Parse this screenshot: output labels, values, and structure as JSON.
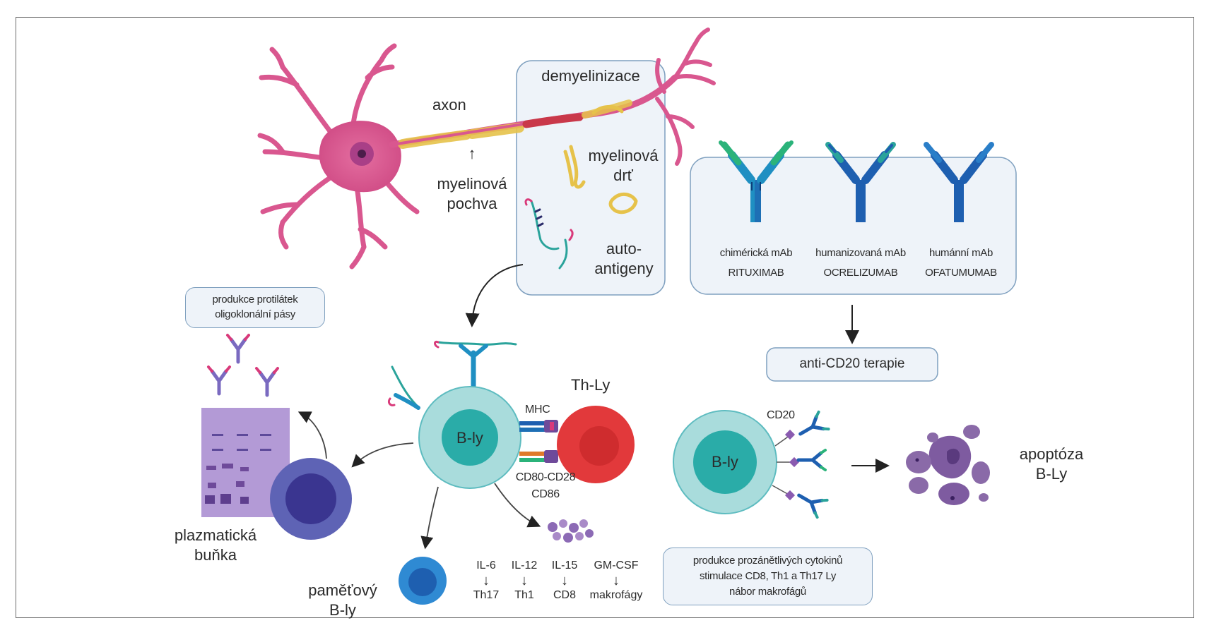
{
  "neuron": {
    "axon_label": "axon",
    "myelin_label_line1": "myelinová",
    "myelin_label_line2": "pochva",
    "arrow_up": "↑"
  },
  "demyelination_box": {
    "title": "demyelinizace",
    "debris_line1": "myelinová",
    "debris_line2": "drť",
    "autoantigen_line1": "auto-",
    "autoantigen_line2": "antigeny"
  },
  "antibodies": {
    "items": [
      {
        "type": "chimérická mAb",
        "drug": "RITUXIMAB"
      },
      {
        "type": "humanizovaná mAb",
        "drug": "OCRELIZUMAB"
      },
      {
        "type": "humánní mAb",
        "drug": "OFATUMUMAB"
      }
    ],
    "therapy_label": "anti-CD20 terapie"
  },
  "antibody_production_box": {
    "line1": "produkce protilátek",
    "line2": "oligoklonální pásy"
  },
  "cells": {
    "b_cell": "B-ly",
    "th_cell": "Th-Ly",
    "mhc": "MHC",
    "costim_line1": "CD80-CD28",
    "costim_line2": "CD86",
    "plasma_line1": "plazmatická",
    "plasma_line2": "buňka",
    "memory_line1": "paměťový",
    "memory_line2": "B-ly",
    "target_b_cell": "B-ly",
    "cd20": "CD20",
    "apoptosis_line1": "apoptóza",
    "apoptosis_line2": "B-Ly"
  },
  "cytokines": [
    {
      "name": "IL-6",
      "arrow": "↓",
      "target": "Th17"
    },
    {
      "name": "IL-12",
      "arrow": "↓",
      "target": "Th1"
    },
    {
      "name": "IL-15",
      "arrow": "↓",
      "target": "CD8"
    },
    {
      "name": "GM-CSF",
      "arrow": "↓",
      "target": "makrofágy"
    }
  ],
  "inflammation_box": {
    "line1": "produkce prozánětlivých cytokinů",
    "line2": "stimulace CD8, Th1 a Th17 Ly",
    "line3": "nábor makrofágů"
  },
  "colors": {
    "neuron": "#d9578f",
    "myelin": "#e6c24a",
    "b_cell_outer": "#a9dcdc",
    "b_cell_nucleus": "#2aaca8",
    "th_cell": "#e2393b",
    "plasma_cell": "#5e63b5",
    "box_border": "#7fa0bf",
    "box_fill": "#eef3f9"
  }
}
